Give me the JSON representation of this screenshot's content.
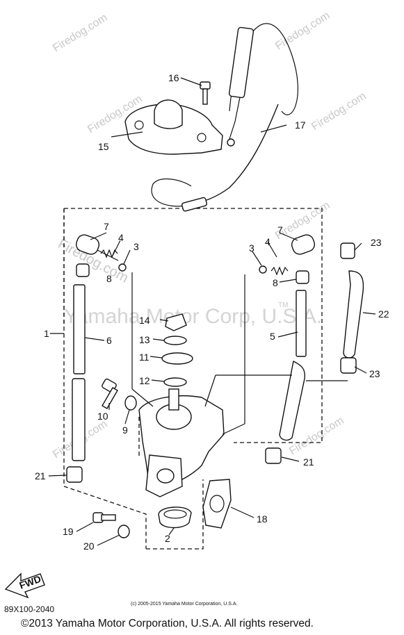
{
  "diagram": {
    "callouts": [
      "1",
      "2",
      "3",
      "3",
      "4",
      "4",
      "5",
      "6",
      "7",
      "7",
      "8",
      "8",
      "9",
      "10",
      "11",
      "12",
      "13",
      "14",
      "15",
      "16",
      "17",
      "18",
      "19",
      "20",
      "21",
      "21",
      "22",
      "23",
      "23"
    ],
    "watermarks": [
      "Firedog.com",
      "Firedog.com",
      "Firedog.com",
      "Firedog.com",
      "Firedog.com",
      "Firedog.com",
      "Firedog.com",
      "Firedog.com"
    ],
    "big_watermark": "Yamaha Motor Corp, U.S.A.",
    "tm_mark": "TM",
    "fwd_label": "FWD"
  },
  "footer": {
    "code": "89X100-2040",
    "small_copyright": "(c) 2005-2015 Yamaha Motor Corporation, U.S.A.",
    "copyright": "©2013 Yamaha Motor Corporation, U.S.A. All rights reserved."
  }
}
